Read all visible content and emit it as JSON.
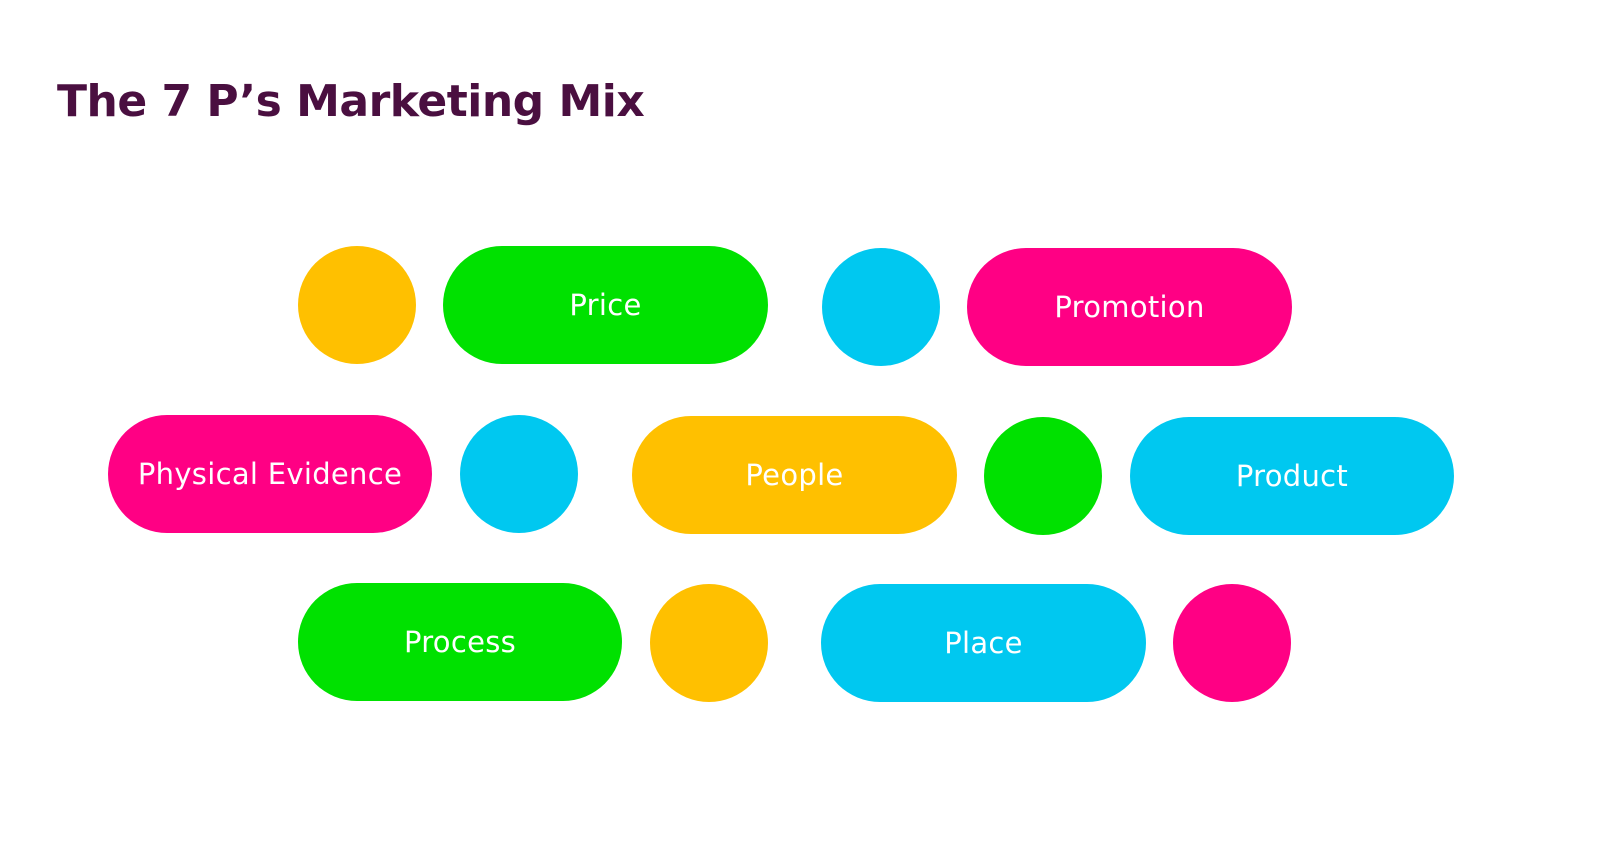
{
  "title": "The 7 P’s Marketing Mix",
  "colors": {
    "title": "#4a0f40",
    "green": "#00e100",
    "pink": "#ff0084",
    "blue": "#00c8f0",
    "yellow": "#ffc000",
    "text": "#ffffff"
  },
  "pills": [
    {
      "label": "Price",
      "color": "green"
    },
    {
      "label": "Promotion",
      "color": "pink"
    },
    {
      "label": "Physical Evidence",
      "color": "pink"
    },
    {
      "label": "People",
      "color": "yellow"
    },
    {
      "label": "Product",
      "color": "blue"
    },
    {
      "label": "Process",
      "color": "green"
    },
    {
      "label": "Place",
      "color": "blue"
    }
  ],
  "circles": [
    {
      "color": "yellow"
    },
    {
      "color": "blue"
    },
    {
      "color": "blue"
    },
    {
      "color": "green"
    },
    {
      "color": "yellow"
    },
    {
      "color": "pink"
    }
  ]
}
